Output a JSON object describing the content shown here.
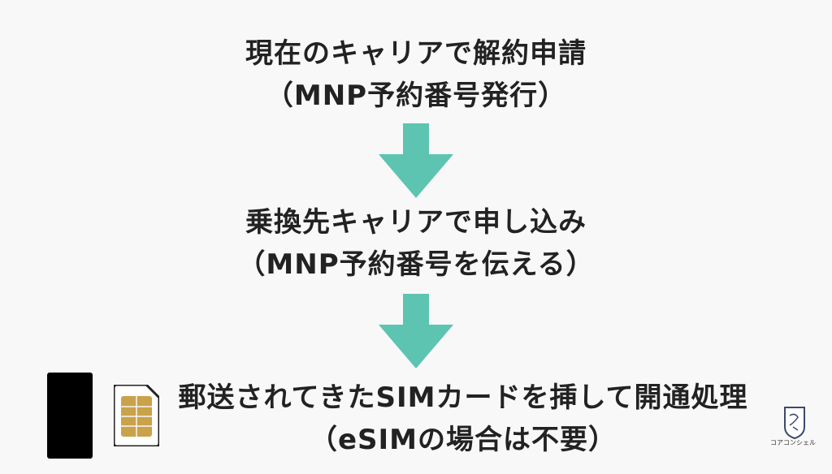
{
  "steps": [
    {
      "line1": "現在のキャリアで解約申請",
      "line2": "（MNP予約番号発行）"
    },
    {
      "line1": "乗換先キャリアで申し込み",
      "line2": "（MNP予約番号を伝える）"
    },
    {
      "line1": "郵送されてきたSIMカードを挿して開通処理",
      "line2": "（eSIMの場合は不要）"
    }
  ],
  "arrows": [
    {
      "icon": "down-arrow-icon",
      "color": "#5cc4b0"
    },
    {
      "icon": "down-arrow-icon",
      "color": "#5cc4b0"
    }
  ],
  "icons": {
    "phone": "smartphone-icon",
    "sim": "sim-card-icon",
    "logo": "brand-logo-icon"
  },
  "brand": {
    "name": "コアコンシェル"
  },
  "colors": {
    "background": "#f8f8f8",
    "text": "#222222",
    "arrow": "#5cc4b0",
    "sim_chip": "#c9a24a"
  }
}
